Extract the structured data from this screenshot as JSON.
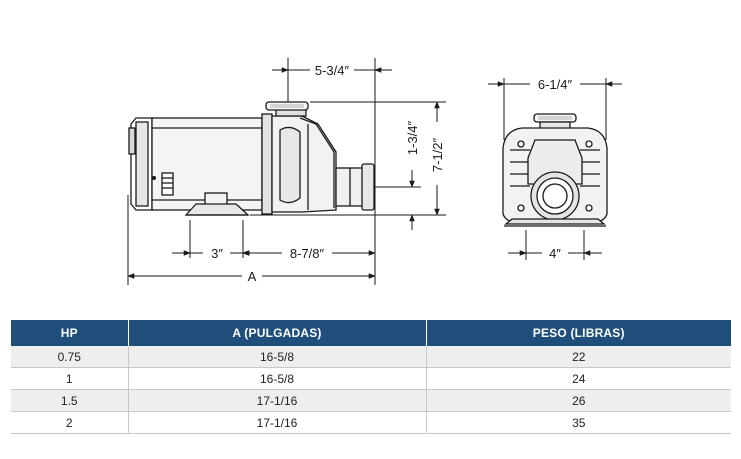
{
  "diagram": {
    "side_view": {
      "dim_top": "5-3/4″",
      "dim_right_inner": "1-3/4″",
      "dim_right_outer": "7-1/2″",
      "dim_base": "3″",
      "dim_mid": "8-7/8″",
      "dim_total": "A"
    },
    "front_view": {
      "dim_width": "6-1/4″",
      "dim_base": "4″"
    }
  },
  "table": {
    "headers": [
      "HP",
      "A (PULGADAS)",
      "PESO (LIBRAS)"
    ],
    "rows": [
      [
        "0.75",
        "16-5/8",
        "22"
      ],
      [
        "1",
        "16-5/8",
        "24"
      ],
      [
        "1.5",
        "17-1/16",
        "26"
      ],
      [
        "2",
        "17-1/16",
        "35"
      ]
    ],
    "header_color": "#1f4e7a",
    "stripe_color": "#eeeeee"
  }
}
